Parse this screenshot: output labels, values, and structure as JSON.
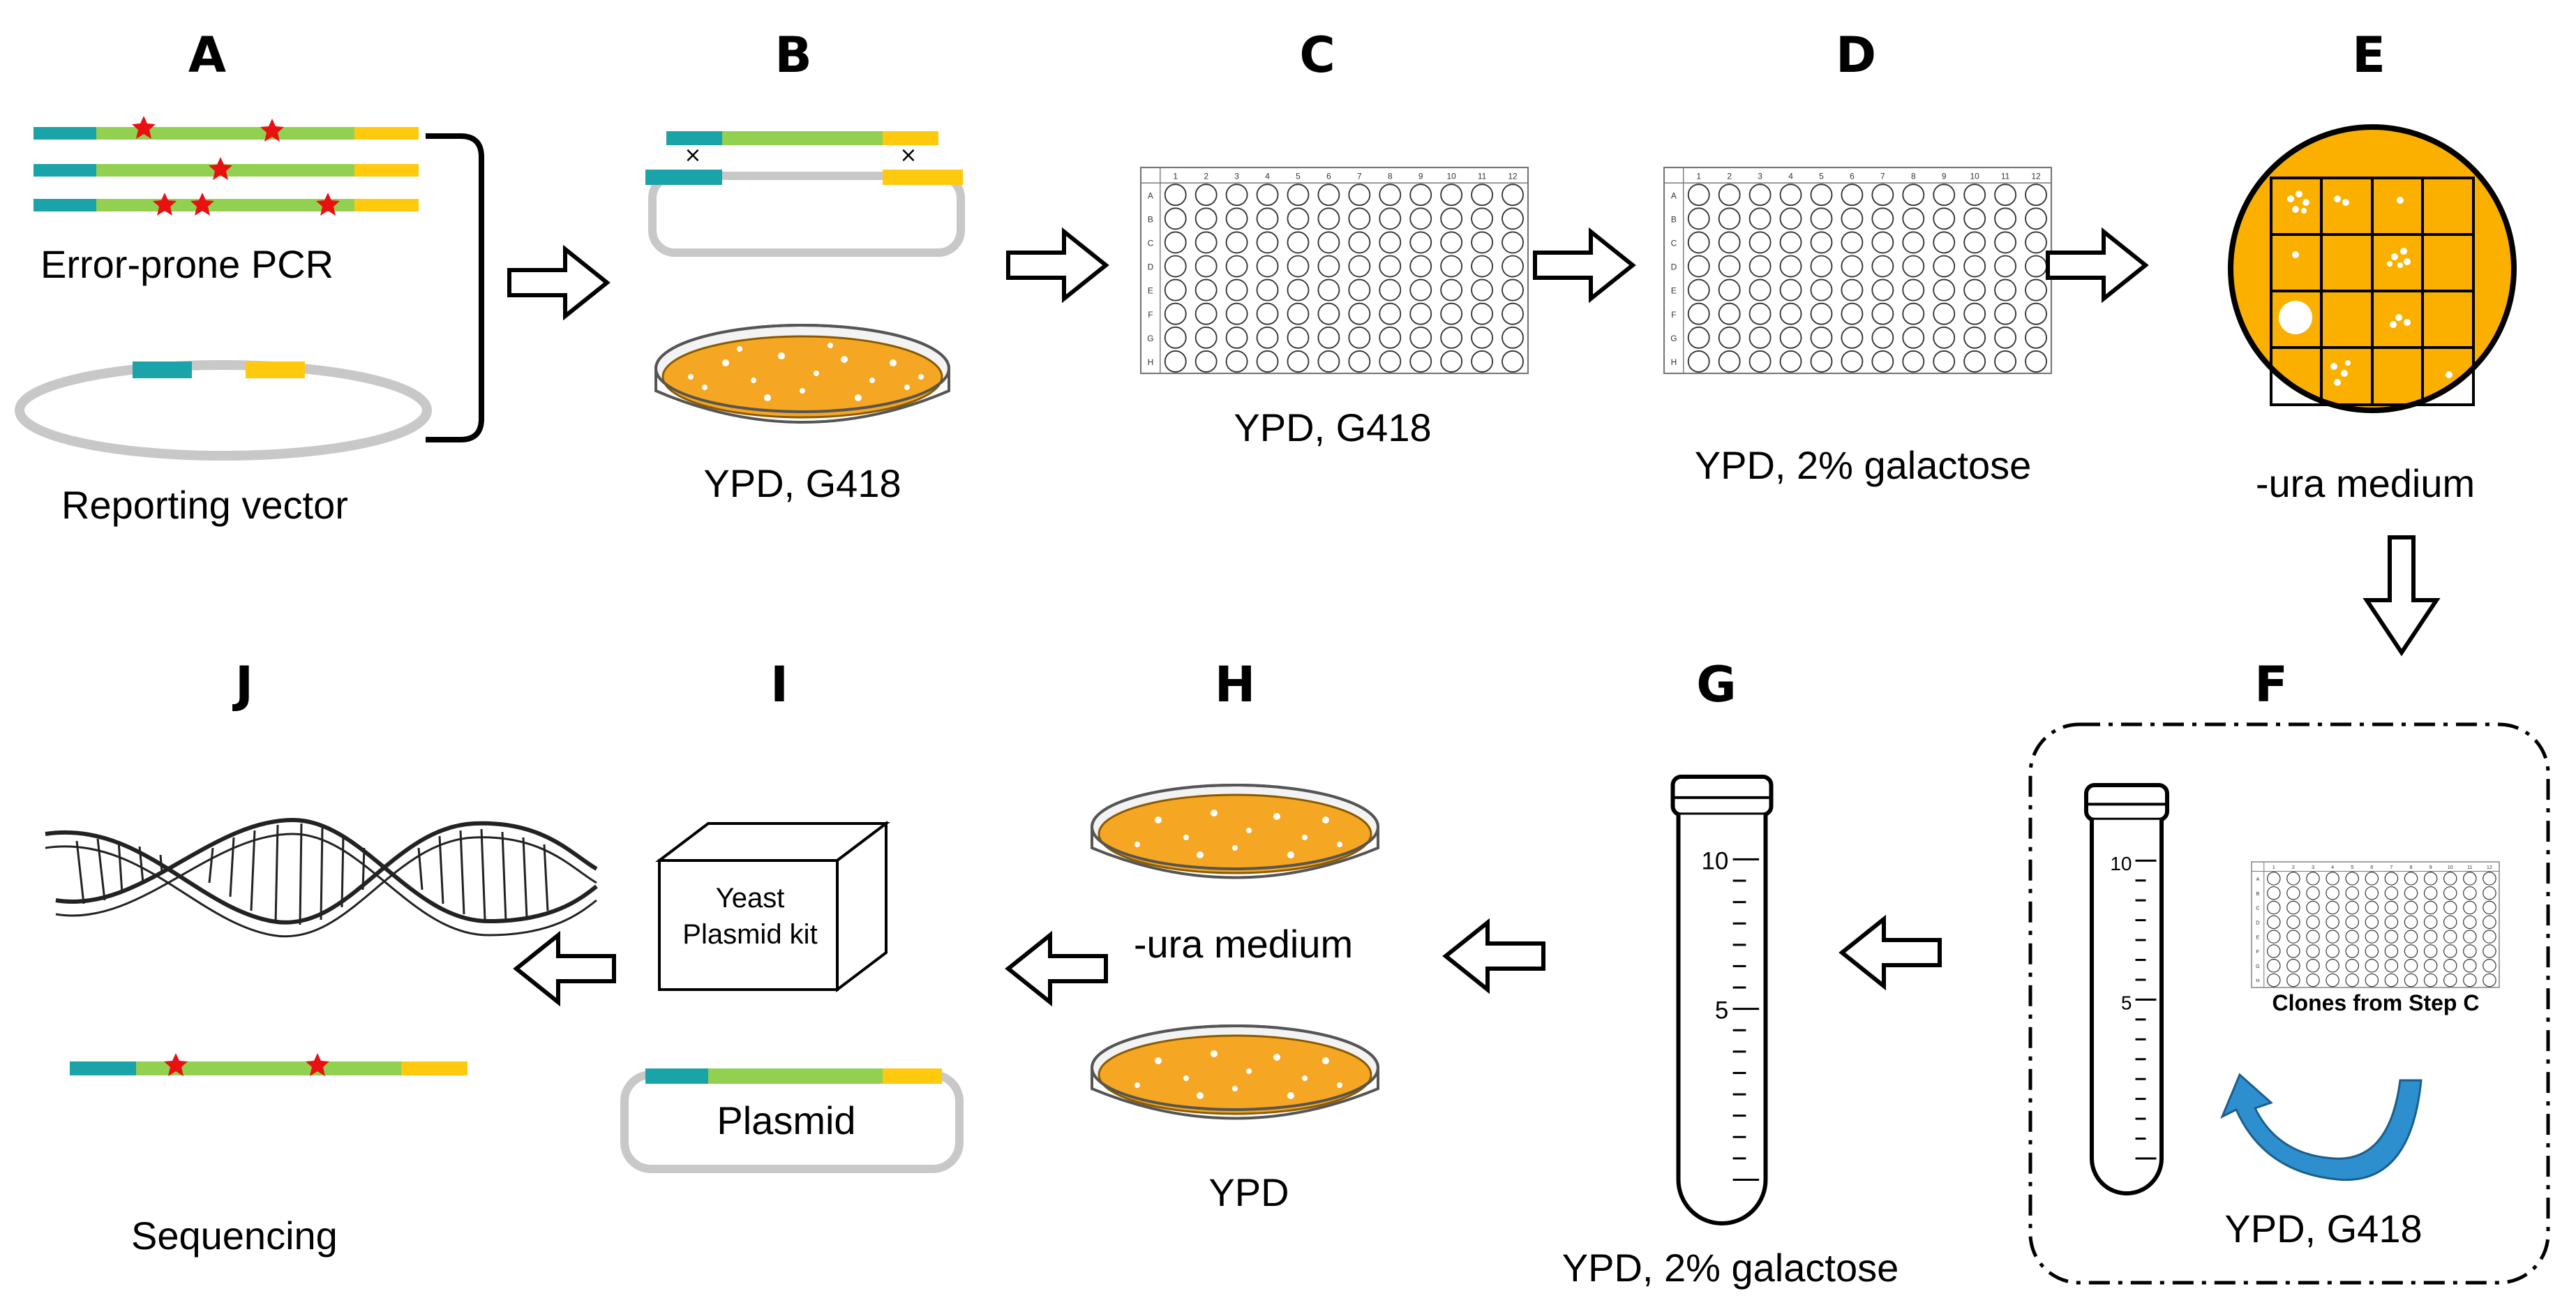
{
  "colors": {
    "teal": "#1aa3a8",
    "green": "#92d050",
    "yellow": "#ffc90e",
    "orange": "#f5a623",
    "plate_orange": "#fbb000",
    "star_red": "#e81010",
    "ring_gray": "#c8c8c8",
    "arrow_blue": "#2e8fcf"
  },
  "steps": {
    "A": "A",
    "B": "B",
    "C": "C",
    "D": "D",
    "E": "E",
    "F": "F",
    "G": "G",
    "H": "H",
    "I": "I",
    "J": "J"
  },
  "labels": {
    "error_prone_pcr": "Error-prone PCR",
    "reporting_vector": "Reporting vector",
    "b_medium": "YPD, G418",
    "c_medium": "YPD, G418",
    "d_medium": "YPD, 2% galactose",
    "e_medium": "-ura medium",
    "f_medium": "YPD, G418",
    "f_clones": "Clones from Step C",
    "g_medium": "YPD, 2% galactose",
    "h_top": "-ura medium",
    "h_bottom": "YPD",
    "i_kit_line1": "Yeast",
    "i_kit_line2": "Plasmid kit",
    "i_plasmid": "Plasmid",
    "j_sequencing": "Sequencing"
  },
  "plate": {
    "columns": [
      "1",
      "2",
      "3",
      "4",
      "5",
      "6",
      "7",
      "8",
      "9",
      "10",
      "11",
      "12"
    ],
    "rows": [
      "A",
      "B",
      "C",
      "D",
      "E",
      "F",
      "G",
      "H"
    ]
  },
  "tube": {
    "mark_10": "10",
    "mark_5": "5"
  }
}
